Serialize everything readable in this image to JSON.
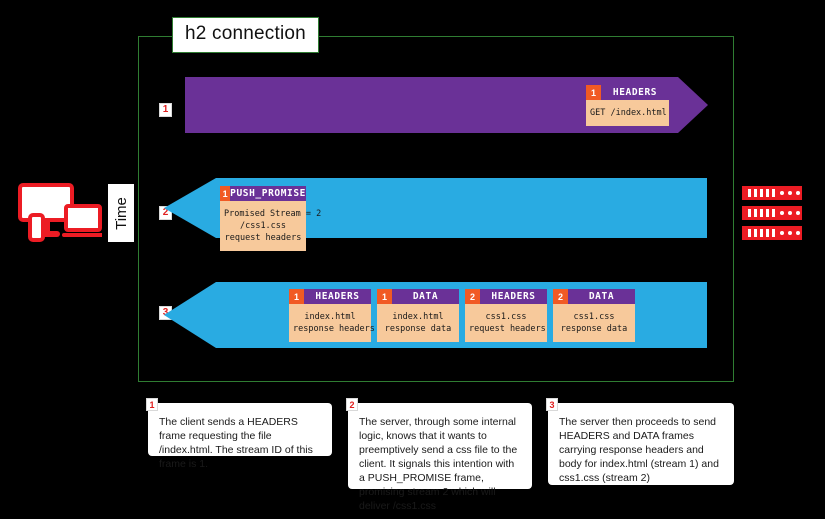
{
  "diagram": {
    "connection_title": "h2 connection",
    "time_label": "Time",
    "client_icon": "client-devices-icon",
    "server_icon": "server-rack-icon",
    "accent_colors": {
      "client_to_server": "#6A3197",
      "server_to_client": "#29ABE2",
      "frame_header": "#6A3197",
      "frame_body": "#F7C99B",
      "stream_badge": "#F15A24",
      "connection_border": "#2f7d32",
      "marker_text": "#e02020",
      "device_icon": "#ec1c24"
    }
  },
  "rows": [
    {
      "marker": "1",
      "direction": "client-to-server"
    },
    {
      "marker": "2",
      "direction": "server-to-client"
    },
    {
      "marker": "3",
      "direction": "server-to-client"
    }
  ],
  "frames": {
    "headers_request": {
      "stream": "1",
      "type": "HEADERS",
      "body": "GET /index.html"
    },
    "push_promise": {
      "stream": "1",
      "type": "PUSH_PROMISE",
      "body": "Promised Stream = 2\n/css1.css\nrequest headers"
    },
    "headers_index": {
      "stream": "1",
      "type": "HEADERS",
      "body": "index.html\nresponse headers"
    },
    "data_index": {
      "stream": "1",
      "type": "DATA",
      "body": "index.html\nresponse data"
    },
    "headers_css": {
      "stream": "2",
      "type": "HEADERS",
      "body": "css1.css\nrequest headers"
    },
    "data_css": {
      "stream": "2",
      "type": "DATA",
      "body": "css1.css\nresponse data"
    }
  },
  "captions": [
    {
      "num": "1",
      "text": "The  client sends a HEADERS frame requesting the file /index.html. The stream ID of this frame is 1."
    },
    {
      "num": "2",
      "text": "The server, through some internal logic, knows that it wants to preemptively send a css file to the client. It signals this intention with a PUSH_PROMISE frame, promising stream 2 which will deliver /css1.css"
    },
    {
      "num": "3",
      "text": "The server then proceeds to send HEADERS and DATA frames carrying response headers and body for index.html (stream 1) and css1.css (stream 2)"
    }
  ]
}
